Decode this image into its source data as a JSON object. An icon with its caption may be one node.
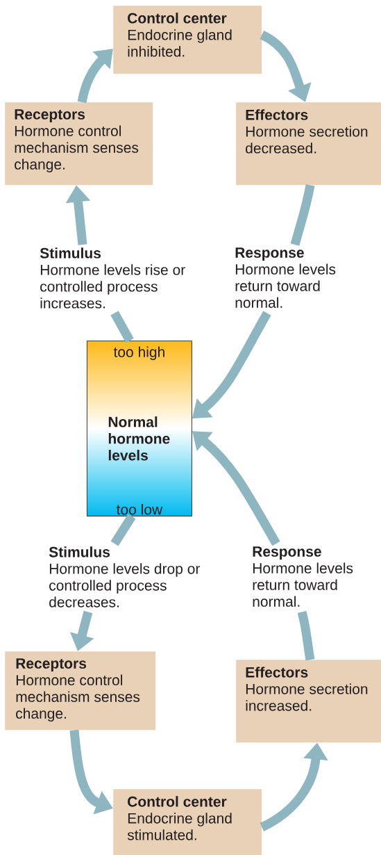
{
  "diagram": {
    "nodes": [
      {
        "text": [
          "Control center",
          "Endocrine gland inhibited."
        ]
      },
      {
        "text": [
          "Receptors",
          "Hormone control mechanism senses change."
        ]
      },
      {
        "text": [
          "Effectors",
          "Hormone secretion decreased."
        ]
      },
      {
        "text": [
          "Stimulus",
          "Hormone levels rise or controlled process increases."
        ]
      },
      {
        "text": [
          "Response",
          "Hormone levels return toward normal."
        ]
      },
      {
        "text": [
          "too high",
          "Normal hormone levels",
          "too low"
        ]
      },
      {
        "text": [
          "Stimulus",
          "Hormone levels drop or controlled process decreases."
        ]
      },
      {
        "text": [
          "Response",
          "Hormone levels return toward normal."
        ]
      },
      {
        "text": [
          "Receptors",
          "Hormone control mechanism senses change."
        ]
      },
      {
        "text": [
          "Effectors",
          "Hormone secretion increased."
        ]
      },
      {
        "text": [
          "Control center",
          "Endocrine gland stimulated."
        ]
      }
    ],
    "edges": [
      {
        "from": 5,
        "to": 3,
        "arrow": "none"
      },
      {
        "from": 3,
        "to": 1,
        "arrow": "to"
      },
      {
        "from": 1,
        "to": 0,
        "arrow": "to"
      },
      {
        "from": 0,
        "to": 2,
        "arrow": "to"
      },
      {
        "from": 2,
        "to": 4,
        "arrow": "none"
      },
      {
        "from": 4,
        "to": 5,
        "arrow": "to"
      },
      {
        "from": 5,
        "to": 6,
        "arrow": "none"
      },
      {
        "from": 6,
        "to": 8,
        "arrow": "to"
      },
      {
        "from": 8,
        "to": 10,
        "arrow": "to"
      },
      {
        "from": 10,
        "to": 9,
        "arrow": "to"
      },
      {
        "from": 9,
        "to": 7,
        "arrow": "none"
      },
      {
        "from": 7,
        "to": 5,
        "arrow": "to"
      }
    ]
  }
}
